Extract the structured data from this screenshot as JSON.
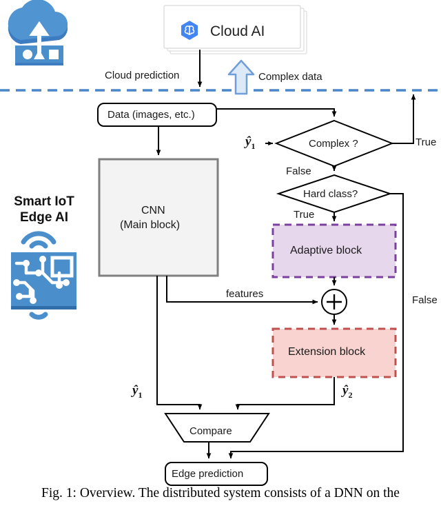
{
  "figure": {
    "caption": "Fig. 1: Overview. The distributed system consists of a DNN on the"
  },
  "cloud_side": {
    "upload_icon_name": "cloud-upload-icon",
    "card_title": "Cloud AI",
    "card_icon_name": "cloud-ai-brain-icon"
  },
  "edge_side": {
    "title_line1": "Smart IoT",
    "title_line2": "Edge AI",
    "icon_name": "iot-chip-icon"
  },
  "separator": {
    "name": "cloud-edge-divider",
    "color": "#4a86c8"
  },
  "edges": {
    "cloud_prediction": "Cloud prediction",
    "complex_data": "Complex data",
    "complex_true": "True",
    "complex_false": "False",
    "hard_true": "True",
    "hard_false": "False",
    "features": "features",
    "yhat1_in": "ŷ1",
    "yhat1_out": "ŷ1",
    "yhat2_out": "ŷ2"
  },
  "nodes": {
    "data": "Data (images, etc.)",
    "cnn_line1": "CNN",
    "cnn_line2": "(Main block)",
    "complex": "Complex ?",
    "hard": "Hard class?",
    "adaptive": "Adaptive block",
    "extension": "Extension block",
    "sum": "+",
    "compare": "Compare",
    "edge_prediction": "Edge prediction"
  },
  "colors": {
    "accent_blue": "#4a86c8",
    "cloud_blue": "#4285F4",
    "adaptive_fill": "#e7d7ec",
    "adaptive_border": "#7b3f9d",
    "extension_fill": "#f8d3d0",
    "extension_border": "#c0504d",
    "cnn_fill": "#f3f3f3",
    "cnn_border": "#7f7f7f",
    "line": "#000000"
  }
}
